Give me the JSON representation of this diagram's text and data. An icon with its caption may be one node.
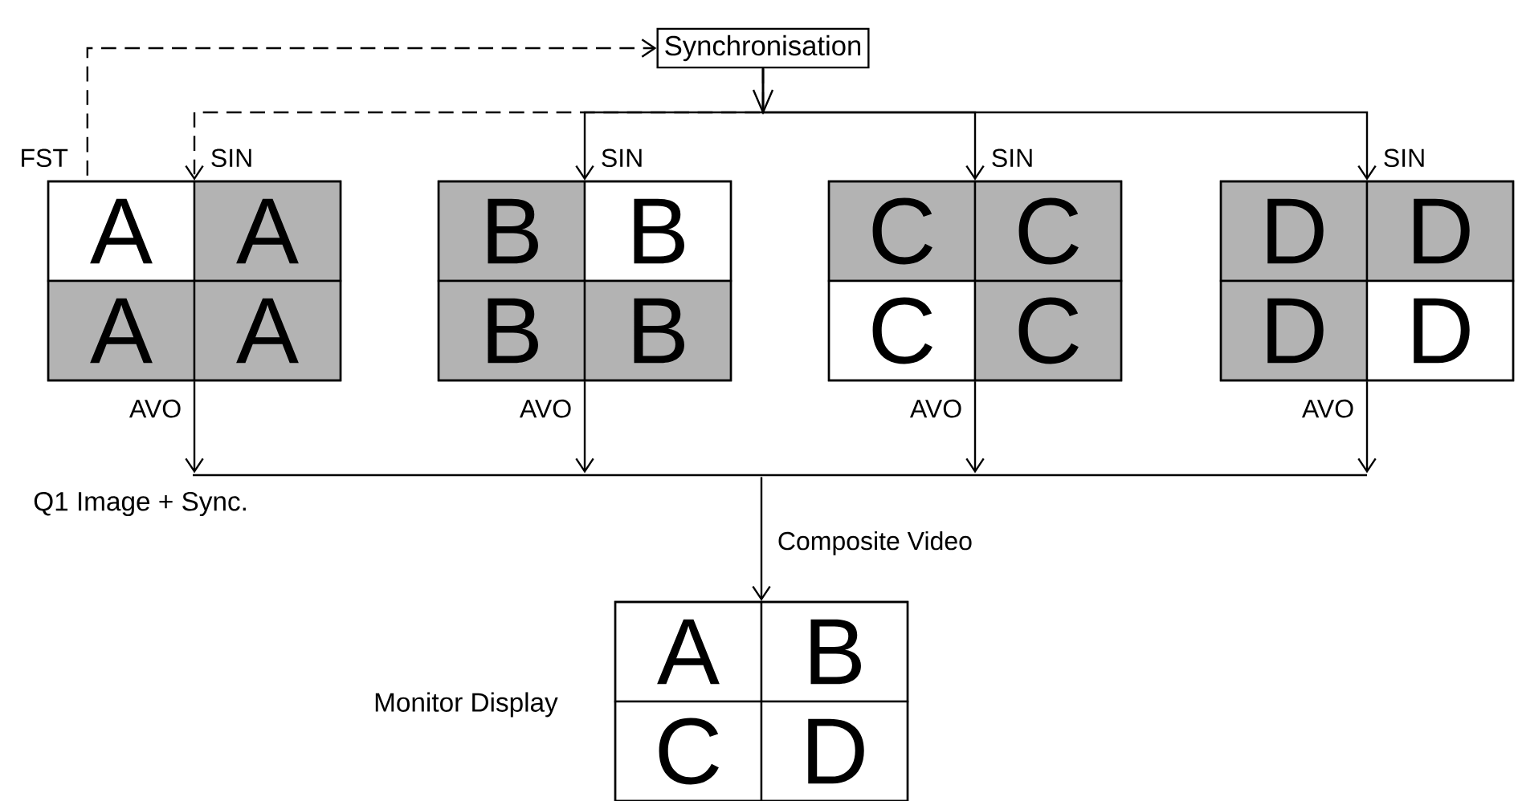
{
  "diagram": {
    "nodes": [
      {
        "text": [
          "Synchronisation"
        ]
      },
      {
        "text": [
          "A",
          "A",
          "A",
          "A"
        ]
      },
      {
        "text": [
          "B",
          "B",
          "B",
          "B"
        ]
      },
      {
        "text": [
          "C",
          "C",
          "C",
          "C"
        ]
      },
      {
        "text": [
          "D",
          "D",
          "D",
          "D"
        ]
      },
      {
        "text": [],
        "shape": "bar",
        "beside": [
          "Q1 Image + Sync."
        ]
      },
      {
        "text": [
          "A",
          "B",
          "C",
          "D"
        ],
        "beside": [
          "Monitor Display"
        ]
      }
    ],
    "edges": [
      {
        "from": 1,
        "to": 0,
        "arrow": "to",
        "style": "dashed",
        "label": "FST"
      },
      {
        "from": 0,
        "to": 1,
        "arrow": "to",
        "style": "dashed",
        "label": "SIN"
      },
      {
        "from": 0,
        "to": 2,
        "arrow": "to",
        "label": "SIN"
      },
      {
        "from": 0,
        "to": 3,
        "arrow": "to",
        "label": "SIN"
      },
      {
        "from": 0,
        "to": 4,
        "arrow": "to",
        "label": "SIN"
      },
      {
        "from": 1,
        "to": 5,
        "arrow": "to",
        "label": "AVO"
      },
      {
        "from": 2,
        "to": 5,
        "arrow": "to",
        "label": "AVO"
      },
      {
        "from": 3,
        "to": 5,
        "arrow": "to",
        "label": "AVO"
      },
      {
        "from": 4,
        "to": 5,
        "arrow": "to",
        "label": "AVO"
      },
      {
        "from": 5,
        "to": 6,
        "arrow": "to",
        "label": "Composite Video"
      }
    ]
  }
}
